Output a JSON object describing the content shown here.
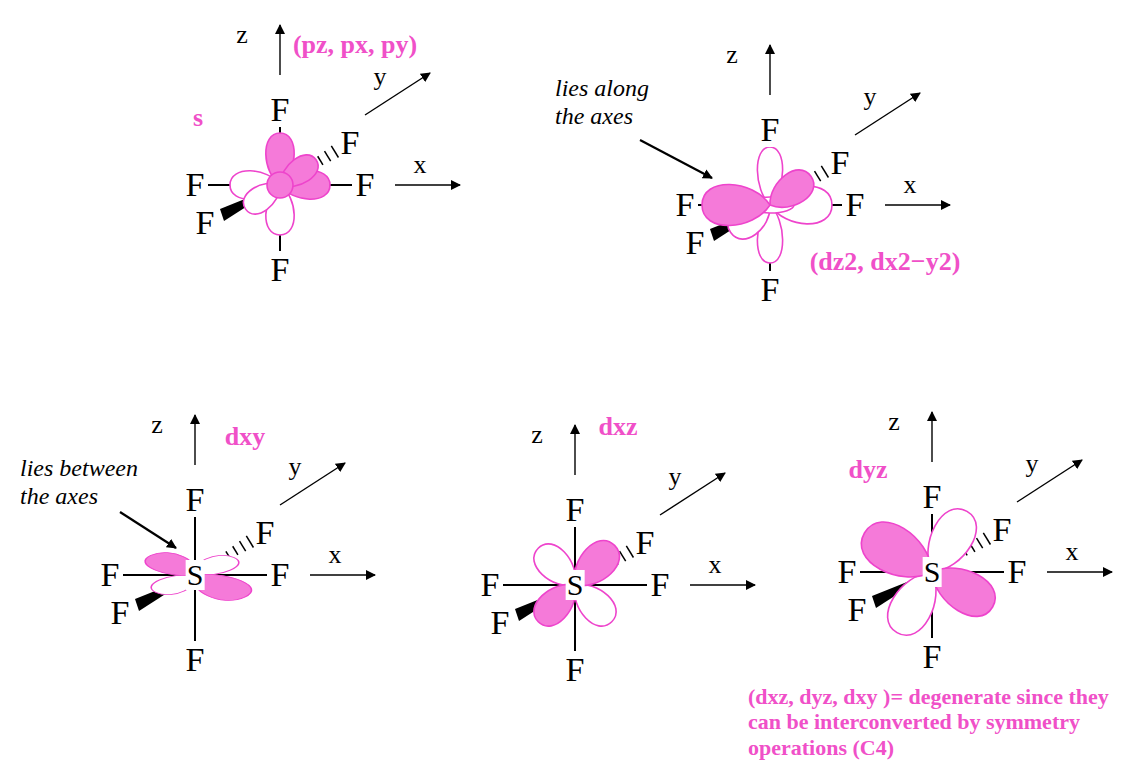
{
  "diagram": {
    "labels": [
      "z",
      "y",
      "x",
      "F",
      "F",
      "F",
      "F",
      "F",
      "F",
      "(pz, px, py)",
      "s",
      "z",
      "y",
      "x",
      "F",
      "F",
      "F",
      "F",
      "F",
      "F",
      "lies along the axes",
      "(dz2, dx2−y2)",
      "z",
      "y",
      "x",
      "F",
      "F",
      "F",
      "F",
      "F",
      "F",
      "S",
      "dxy",
      "lies between the axes",
      "z",
      "y",
      "x",
      "F",
      "F",
      "F",
      "F",
      "F",
      "F",
      "S",
      "dxz",
      "z",
      "y",
      "x",
      "F",
      "F",
      "F",
      "F",
      "F",
      "F",
      "S",
      "dyz",
      "(dxz, dyz, dxy )= degenerate since they can be interconverted by symmetry operations (C4)"
    ]
  }
}
